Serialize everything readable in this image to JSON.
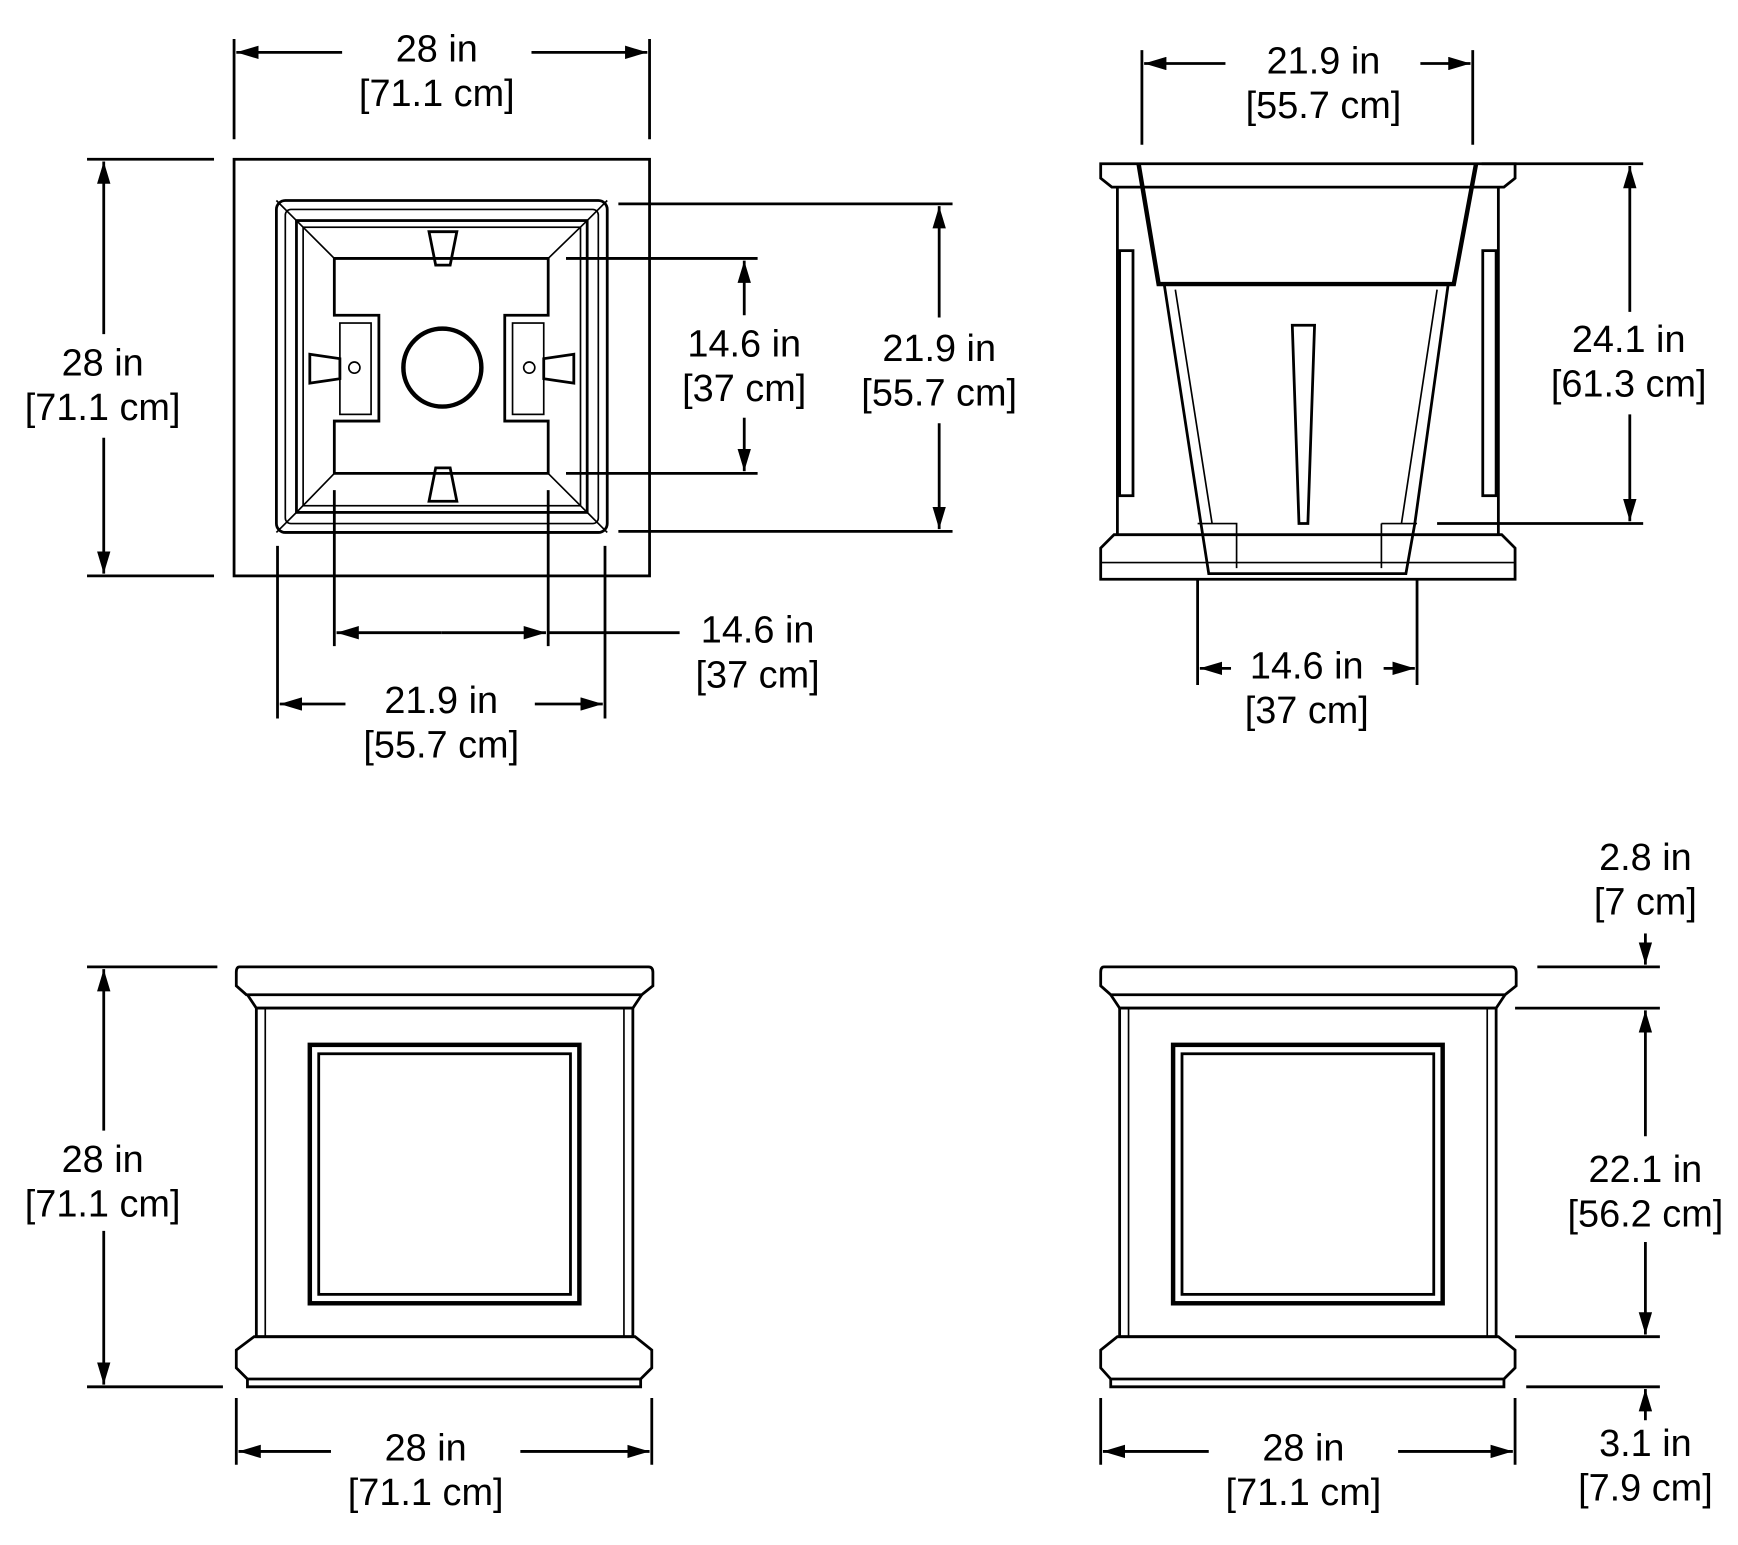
{
  "views": {
    "top_view": {
      "overall_width": {
        "in": "28 in",
        "cm": "[71.1 cm]"
      },
      "overall_depth": {
        "in": "28 in",
        "cm": "[71.1 cm]"
      },
      "liner_depth": {
        "in": "21.9 in",
        "cm": "[55.7 cm]"
      },
      "floor_depth": {
        "in": "14.6 in",
        "cm": "[37 cm]"
      },
      "floor_width": {
        "in": "14.6 in",
        "cm": "[37 cm]"
      },
      "liner_width": {
        "in": "21.9 in",
        "cm": "[55.7 cm]"
      }
    },
    "section_view": {
      "top_width": {
        "in": "21.9 in",
        "cm": "[55.7 cm]"
      },
      "height": {
        "in": "24.1 in",
        "cm": "[61.3 cm]"
      },
      "bottom_width": {
        "in": "14.6 in",
        "cm": "[37 cm]"
      }
    },
    "front_view": {
      "height": {
        "in": "28 in",
        "cm": "[71.1 cm]"
      },
      "width": {
        "in": "28 in",
        "cm": "[71.1 cm]"
      }
    },
    "side_view": {
      "cap": {
        "in": "2.8 in",
        "cm": "[7 cm]"
      },
      "body": {
        "in": "22.1 in",
        "cm": "[56.2 cm]"
      },
      "base": {
        "in": "3.1 in",
        "cm": "[7.9 cm]"
      },
      "width": {
        "in": "28 in",
        "cm": "[71.1 cm]"
      }
    }
  }
}
